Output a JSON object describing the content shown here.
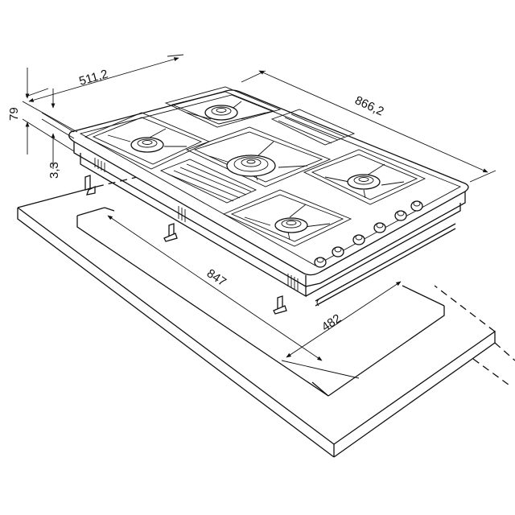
{
  "dimensions": {
    "depth": "511,2",
    "width": "866,2",
    "height": "79",
    "glass_thickness": "3,3",
    "cutout_width": "847",
    "cutout_depth": "482"
  },
  "colors": {
    "line": "#111111",
    "background": "#ffffff"
  }
}
